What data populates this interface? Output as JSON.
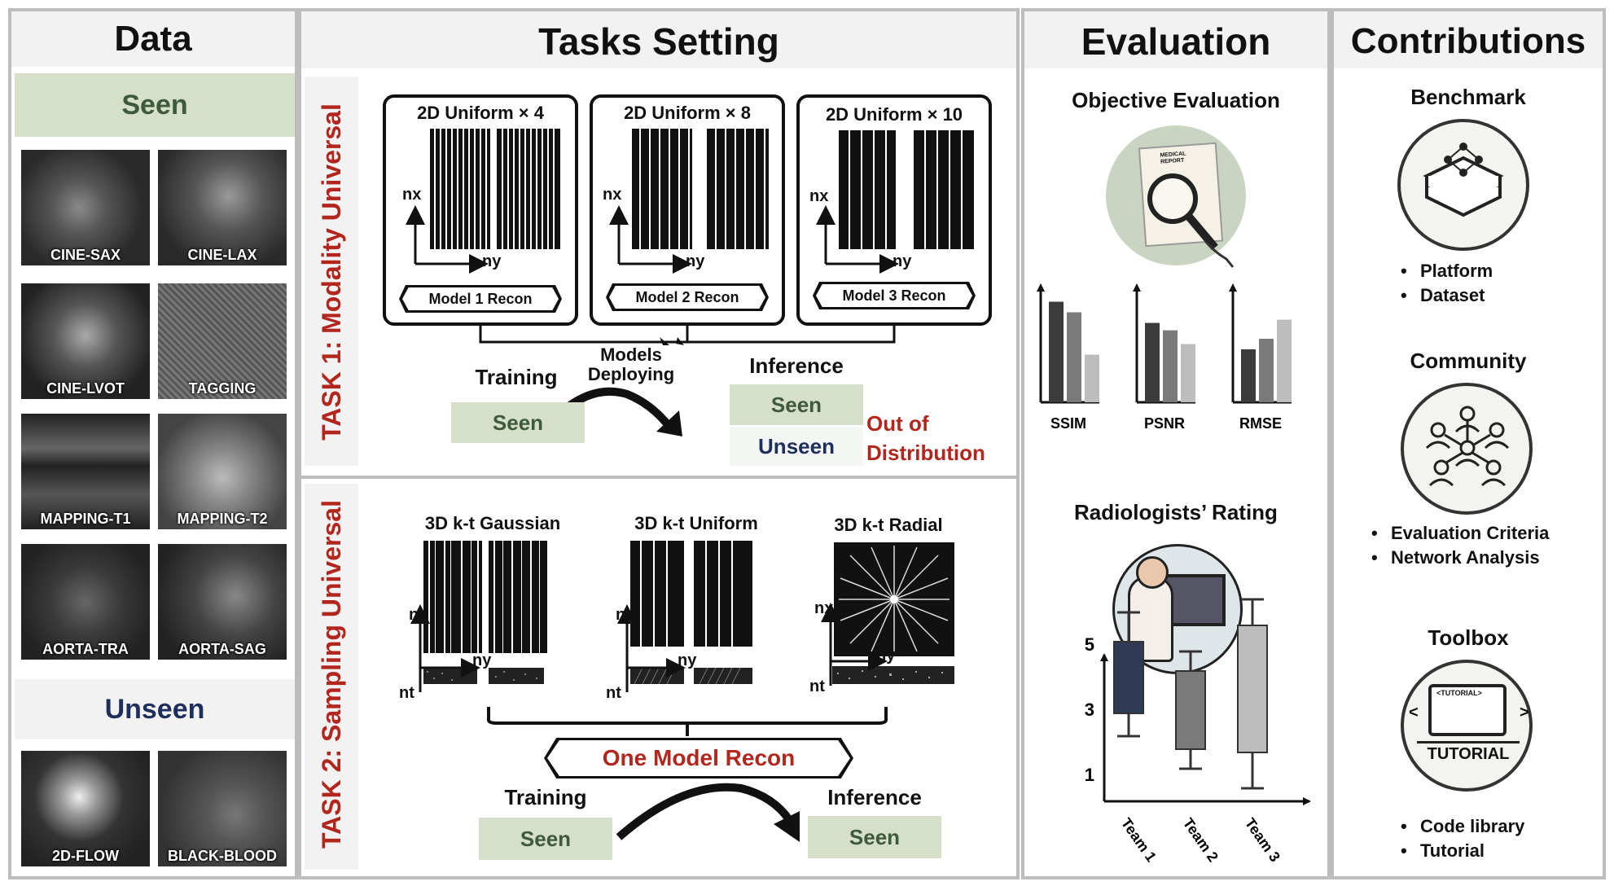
{
  "data_panel": {
    "title": "Data",
    "seen_label": "Seen",
    "unseen_label": "Unseen",
    "seen_images": [
      "CINE-SAX",
      "CINE-LAX",
      "CINE-LVOT",
      "TAGGING",
      "MAPPING-T1",
      "MAPPING-T2",
      "AORTA-TRA",
      "AORTA-SAG"
    ],
    "unseen_images": [
      "2D-FLOW",
      "BLACK-BLOOD"
    ]
  },
  "tasks_panel": {
    "title": "Tasks Setting",
    "task1": {
      "label": "TASK 1:  Modality Universal",
      "patterns": [
        {
          "title": "2D Uniform × 4",
          "model": "Model 1 Recon"
        },
        {
          "title": "2D Uniform × 8",
          "model": "Model 2 Recon"
        },
        {
          "title": "2D Uniform × 10",
          "model": "Model 3 Recon"
        }
      ],
      "axis_nx": "nx",
      "axis_ny": "ny",
      "training": "Training",
      "models_deploying": "Models Deploying",
      "inference": "Inference",
      "seen": "Seen",
      "unseen": "Unseen",
      "ood": "Out of Distribution"
    },
    "task2": {
      "label": "TASK 2: Sampling Universal",
      "patterns": [
        "3D k-t Gaussian",
        "3D k-t Uniform",
        "3D k-t Radial"
      ],
      "axis_nx": "nx",
      "axis_ny": "ny",
      "axis_nt": "nt",
      "one_model": "One Model Recon",
      "training": "Training",
      "inference": "Inference",
      "seen_train": "Seen",
      "seen_inf": "Seen"
    }
  },
  "evaluation_panel": {
    "title": "Evaluation",
    "objective": "Objective Evaluation",
    "report_text": "MEDICAL REPORT",
    "bar_charts": [
      {
        "label": "SSIM",
        "values": [
          0.95,
          0.85,
          0.45
        ]
      },
      {
        "label": "PSNR",
        "values": [
          0.75,
          0.68,
          0.55
        ]
      },
      {
        "label": "RMSE",
        "values": [
          0.5,
          0.6,
          0.78
        ]
      }
    ],
    "bar_colors": [
      "#3b3b3b",
      "#7a7a7a",
      "#bdbdbd"
    ],
    "radiologists": "Radiologists’ Rating",
    "box_yticks": [
      "5",
      "3",
      "1"
    ],
    "teams": [
      "Team 1",
      "Team 2",
      "Team 3"
    ],
    "box_colors": [
      "#2f3a55",
      "#7a7a7a",
      "#bdbdbd"
    ]
  },
  "contributions_panel": {
    "title": "Contributions",
    "sections": [
      {
        "title": "Benchmark",
        "items": [
          "Platform",
          "Dataset"
        ]
      },
      {
        "title": "Community",
        "items": [
          "Evaluation Criteria",
          "Network Analysis"
        ]
      },
      {
        "title": "Toolbox",
        "items": [
          "Code library",
          "Tutorial"
        ],
        "icon_text": "TUTORIAL",
        "screen_text": "<TUTORIAL>"
      }
    ]
  },
  "colors": {
    "accent_red": "#b3261e",
    "navy": "#1f2f5c",
    "seen_green": "#d5dfc9",
    "border_gray": "#bdbdbd"
  }
}
